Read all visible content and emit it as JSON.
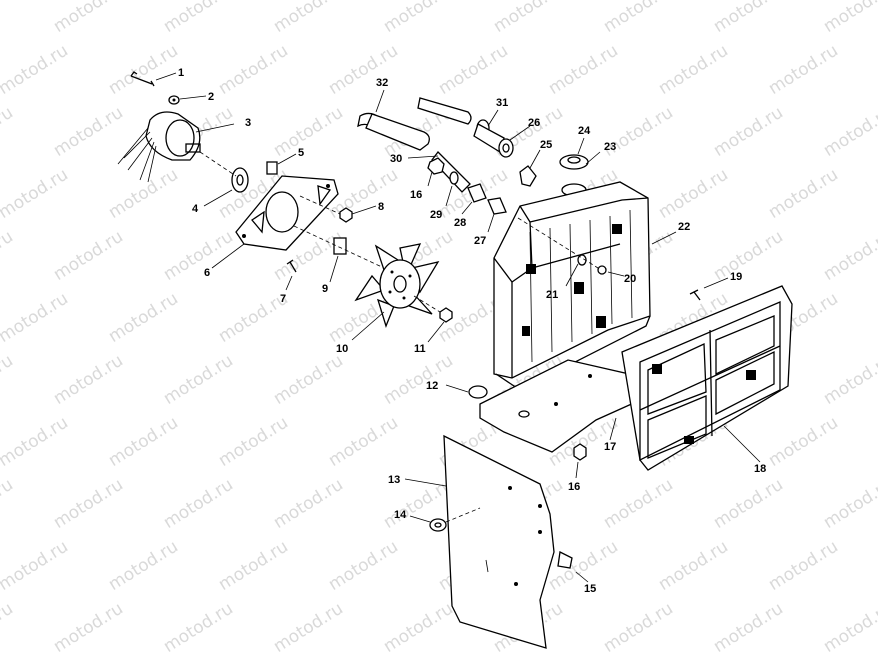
{
  "watermark": {
    "text": "motod.ru"
  },
  "callouts": {
    "c1": "1",
    "c2": "2",
    "c3": "3",
    "c4": "4",
    "c5": "5",
    "c6": "6",
    "c7": "7",
    "c8": "8",
    "c9": "9",
    "c10": "10",
    "c11": "11",
    "c12": "12",
    "c13": "13",
    "c14": "14",
    "c15": "15",
    "c16a": "16",
    "c16b": "16",
    "c17": "17",
    "c18": "18",
    "c19": "19",
    "c20": "20",
    "c21": "21",
    "c22": "22",
    "c23": "23",
    "c24": "24",
    "c25": "25",
    "c26": "26",
    "c27": "27",
    "c28": "28",
    "c29": "29",
    "c30": "30",
    "c31": "31",
    "c32": "32"
  }
}
